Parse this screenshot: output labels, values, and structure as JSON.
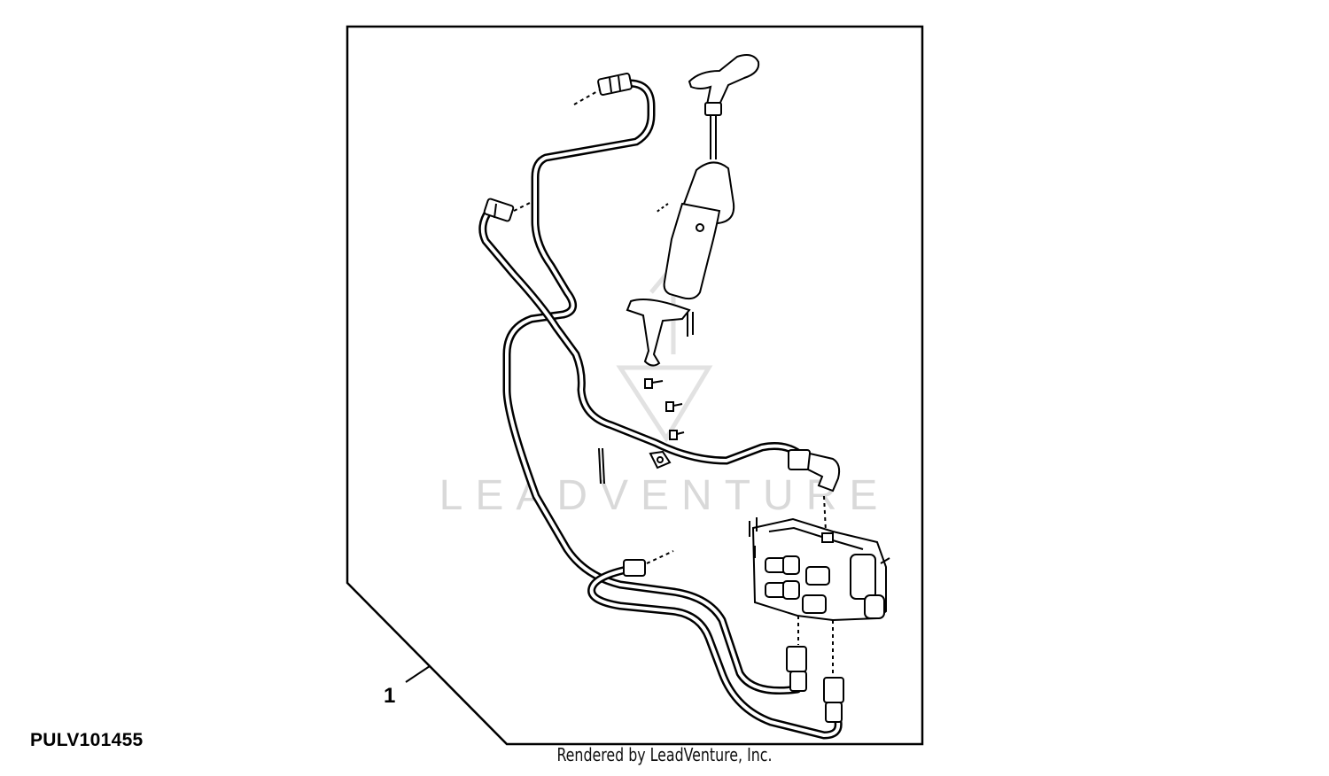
{
  "diagram": {
    "callout": "1",
    "part_code": "PULV101455",
    "watermark": "LEADVENTURE",
    "footer": "Rendered by LeadVenture, Inc."
  }
}
